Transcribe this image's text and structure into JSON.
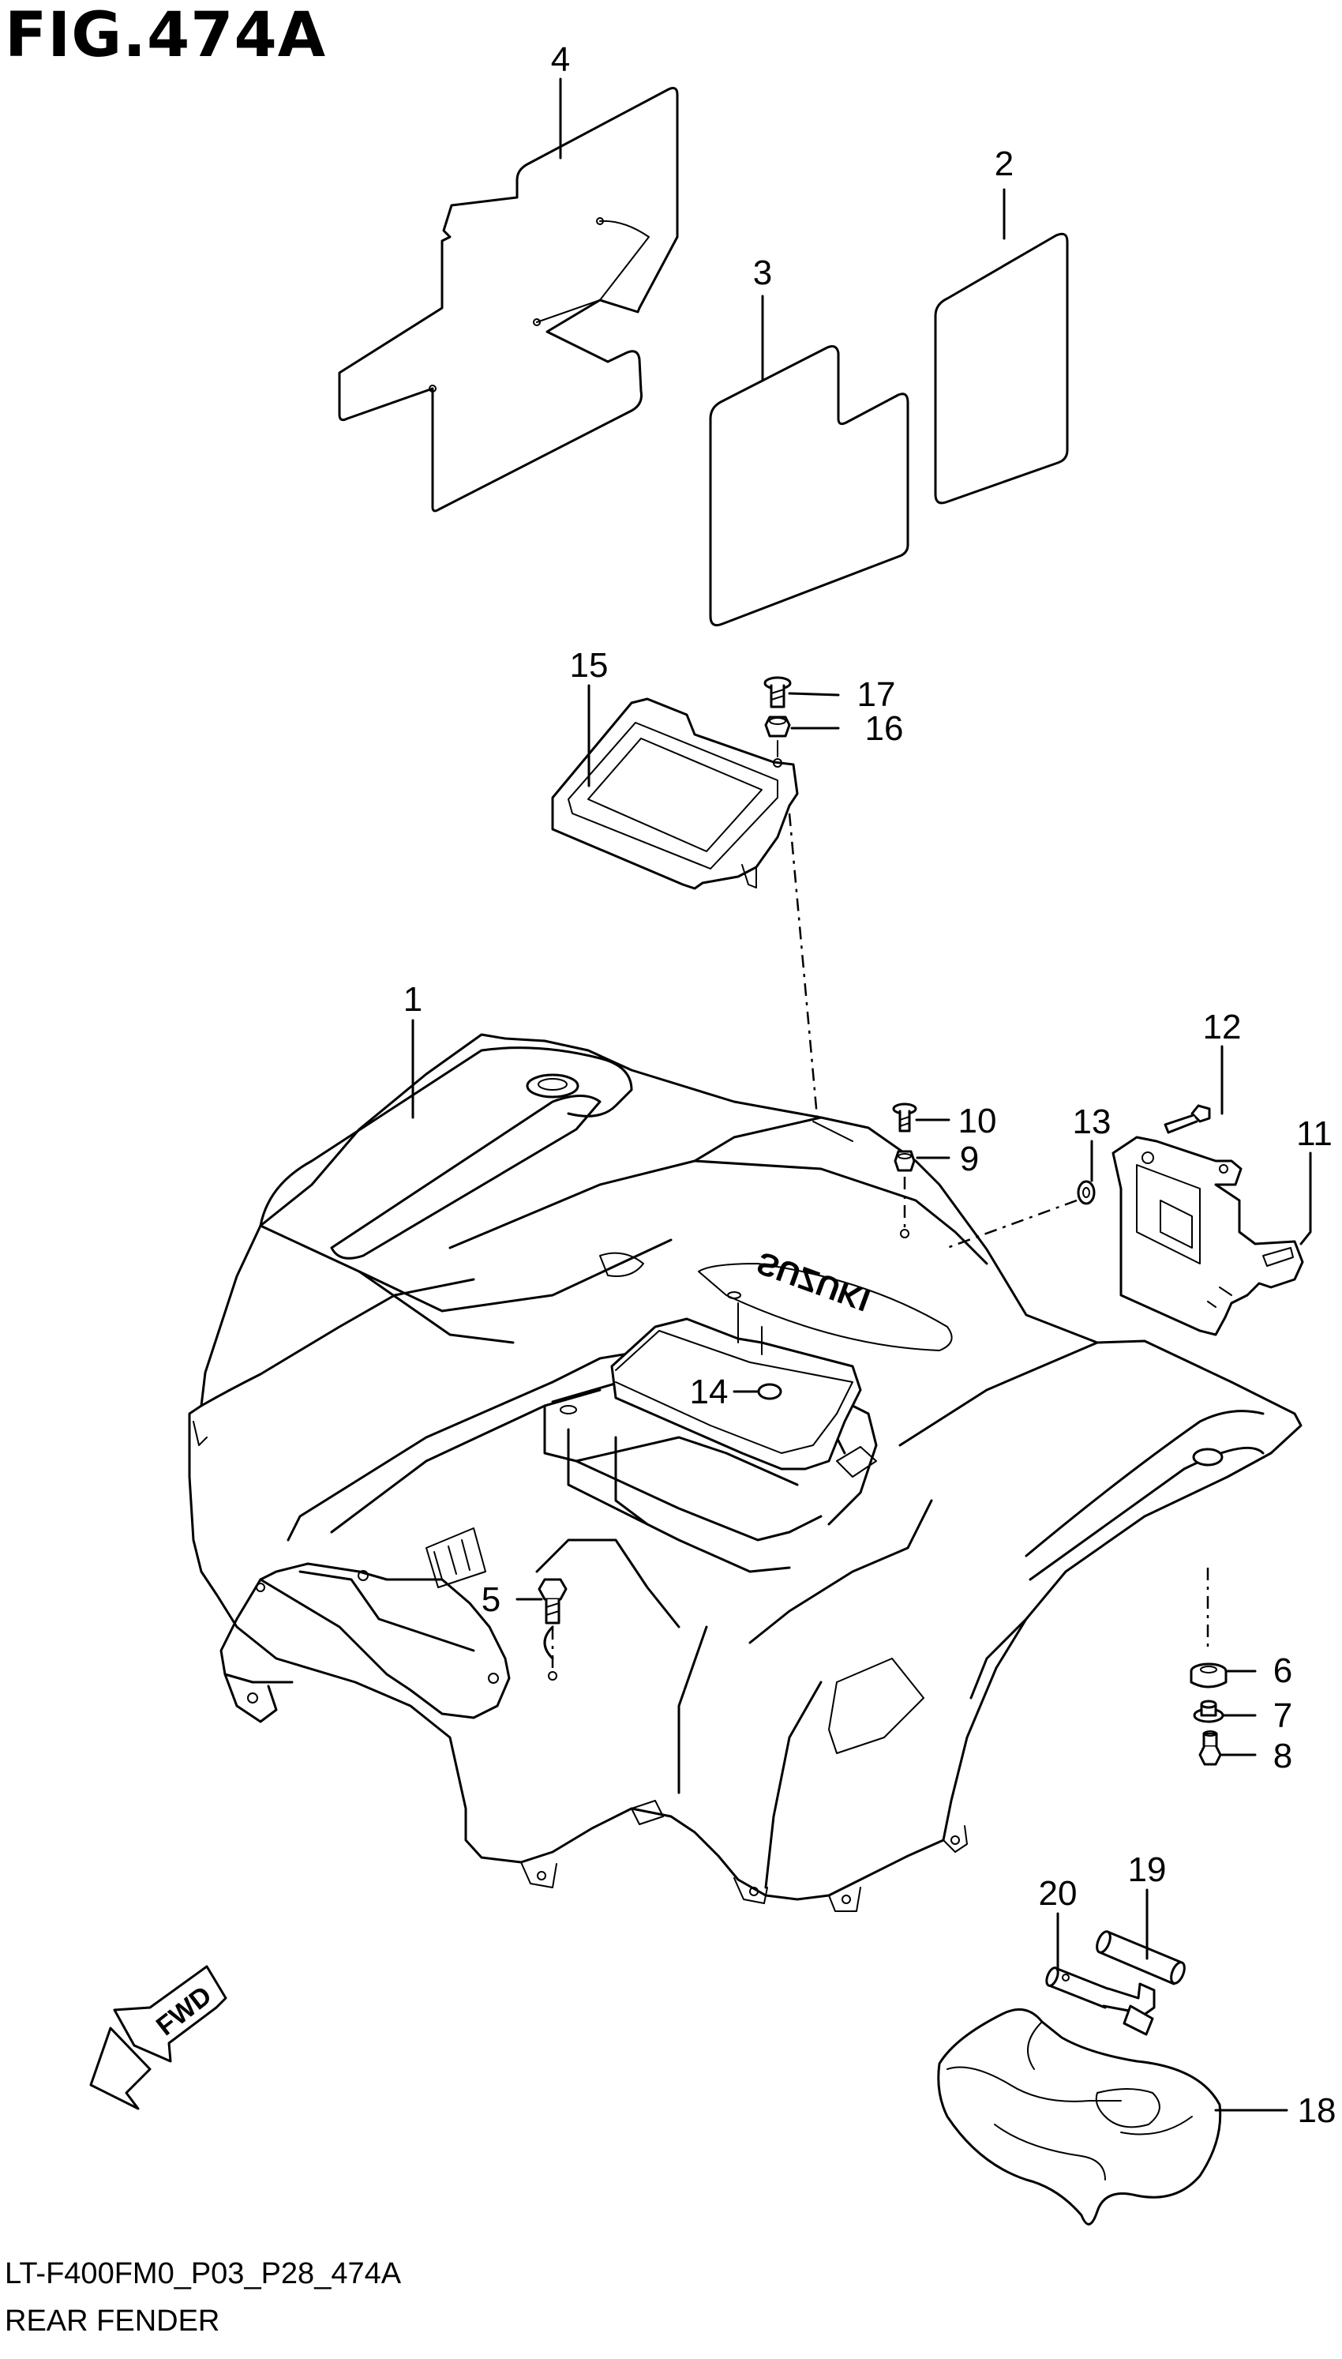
{
  "figure": {
    "title": "FIG.474A",
    "code": "LT-F400FM0_P03_P28_474A",
    "name": "REAR FENDER",
    "brand_mark": "SUZUKI",
    "fwd_label": "FWD"
  },
  "callouts": [
    {
      "id": "1",
      "label": "1"
    },
    {
      "id": "2",
      "label": "2"
    },
    {
      "id": "3",
      "label": "3"
    },
    {
      "id": "4",
      "label": "4"
    },
    {
      "id": "5",
      "label": "5"
    },
    {
      "id": "6",
      "label": "6"
    },
    {
      "id": "7",
      "label": "7"
    },
    {
      "id": "8",
      "label": "8"
    },
    {
      "id": "9",
      "label": "9"
    },
    {
      "id": "10",
      "label": "10"
    },
    {
      "id": "11",
      "label": "11"
    },
    {
      "id": "12",
      "label": "12"
    },
    {
      "id": "13",
      "label": "13"
    },
    {
      "id": "14",
      "label": "14"
    },
    {
      "id": "15",
      "label": "15"
    },
    {
      "id": "16",
      "label": "16"
    },
    {
      "id": "17",
      "label": "17"
    },
    {
      "id": "18",
      "label": "18"
    },
    {
      "id": "19",
      "label": "19"
    },
    {
      "id": "20",
      "label": "20"
    }
  ]
}
